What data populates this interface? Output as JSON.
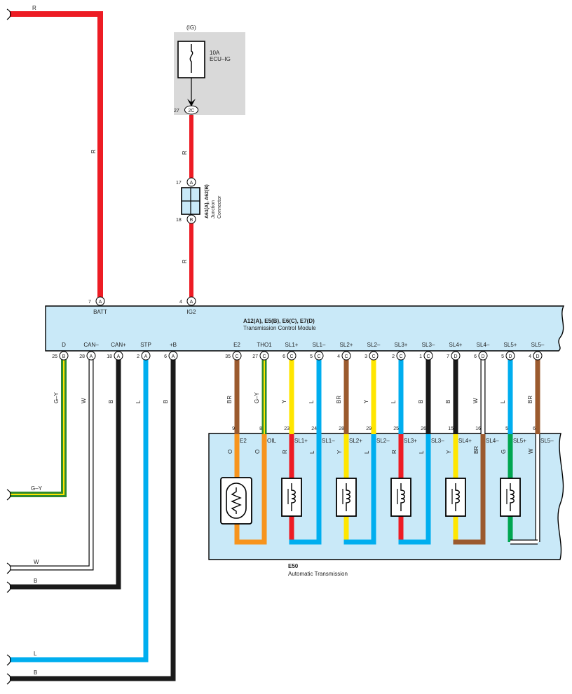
{
  "wire_colors": {
    "R": "#ed1c24",
    "G-Y": "#2e8b2e",
    "G-Y_stripe": "#ffe600",
    "W": "#ffffff",
    "B": "#1a1a1a",
    "L": "#00aeef",
    "BR": "#9b5a2e",
    "Y": "#ffe600",
    "O": "#f7941d",
    "G": "#00a651"
  },
  "panel_colors": {
    "module_fill": "#c9e9f8",
    "fuse_box_fill": "#d9d9d9"
  },
  "fuse": {
    "source_label": "(IG)",
    "rating": "10A",
    "name": "ECU–IG",
    "pin_number": "27",
    "pin_letter": "2C"
  },
  "junction": {
    "top_pin": "17",
    "top_letter": "A",
    "bottom_pin": "18",
    "bottom_letter": "B",
    "code": "A61(A), A62(B)",
    "line1": "Junction",
    "line2": "Connector"
  },
  "tcm": {
    "code": "A12(A), E5(B), E6(C), E7(D)",
    "name": "Transmission Control Module",
    "top_pins": [
      {
        "number": "7",
        "letter": "A",
        "name": "BATT"
      },
      {
        "number": "4",
        "letter": "A",
        "name": "IG2"
      }
    ],
    "bottom_pins": [
      {
        "number": "25",
        "letter": "B",
        "name": "D",
        "wire": "G–Y"
      },
      {
        "number": "28",
        "letter": "A",
        "name": "CAN–",
        "wire": "W"
      },
      {
        "number": "18",
        "letter": "A",
        "name": "CAN+",
        "wire": "B"
      },
      {
        "number": "2",
        "letter": "A",
        "name": "STP",
        "wire": "L"
      },
      {
        "number": "6",
        "letter": "A",
        "name": "+B",
        "wire": "B"
      },
      {
        "number": "35",
        "letter": "C",
        "name": "E2",
        "wire": "BR"
      },
      {
        "number": "27",
        "letter": "C",
        "name": "THO1",
        "wire": "G–Y"
      },
      {
        "number": "6",
        "letter": "C",
        "name": "SL1+",
        "wire": "Y"
      },
      {
        "number": "5",
        "letter": "C",
        "name": "SL1–",
        "wire": "L"
      },
      {
        "number": "4",
        "letter": "C",
        "name": "SL2+",
        "wire": "BR"
      },
      {
        "number": "3",
        "letter": "C",
        "name": "SL2–",
        "wire": "Y"
      },
      {
        "number": "2",
        "letter": "C",
        "name": "SL3+",
        "wire": "L"
      },
      {
        "number": "1",
        "letter": "C",
        "name": "SL3–",
        "wire": "B"
      },
      {
        "number": "7",
        "letter": "D",
        "name": "SL4+",
        "wire": "B"
      },
      {
        "number": "6",
        "letter": "D",
        "name": "SL4–",
        "wire": "W"
      },
      {
        "number": "5",
        "letter": "D",
        "name": "SL5+",
        "wire": "L"
      },
      {
        "number": "4",
        "letter": "D",
        "name": "SL5–",
        "wire": "BR"
      }
    ]
  },
  "transmission": {
    "code": "E50",
    "name": "Automatic Transmission",
    "pins": [
      {
        "number": "9",
        "name": "E2",
        "wire": "O"
      },
      {
        "number": "8",
        "name": "OIL",
        "wire": "O"
      },
      {
        "number": "23",
        "name": "SL1+",
        "wire": "R"
      },
      {
        "number": "24",
        "name": "SL1–",
        "wire": "L"
      },
      {
        "number": "28",
        "name": "SL2+",
        "wire": "Y"
      },
      {
        "number": "29",
        "name": "SL2–",
        "wire": "L"
      },
      {
        "number": "25",
        "name": "SL3+",
        "wire": "R"
      },
      {
        "number": "26",
        "name": "SL3–",
        "wire": "L"
      },
      {
        "number": "15",
        "name": "SL4+",
        "wire": "Y"
      },
      {
        "number": "16",
        "name": "SL4–",
        "wire": "BR"
      },
      {
        "number": "5",
        "name": "SL5+",
        "wire": "G"
      },
      {
        "number": "6",
        "name": "SL5–",
        "wire": "W"
      }
    ]
  },
  "wire_labels": {
    "batt_top": "R",
    "batt_vertical": "R",
    "ig_upper": "R",
    "ig_lower": "R",
    "left_gy": "G–Y",
    "left_w": "W",
    "left_b1": "B",
    "left_l": "L",
    "left_b2": "B"
  }
}
